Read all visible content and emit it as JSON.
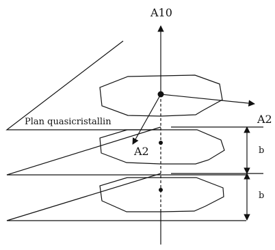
{
  "labels": {
    "axis_vertical": "A10",
    "axis_right": "A2",
    "axis_left": "A2",
    "plane": "Plan quasicristallin",
    "spacing_upper": "b",
    "spacing_lower": "b"
  },
  "colors": {
    "stroke": "#111111",
    "background": "#ffffff"
  }
}
